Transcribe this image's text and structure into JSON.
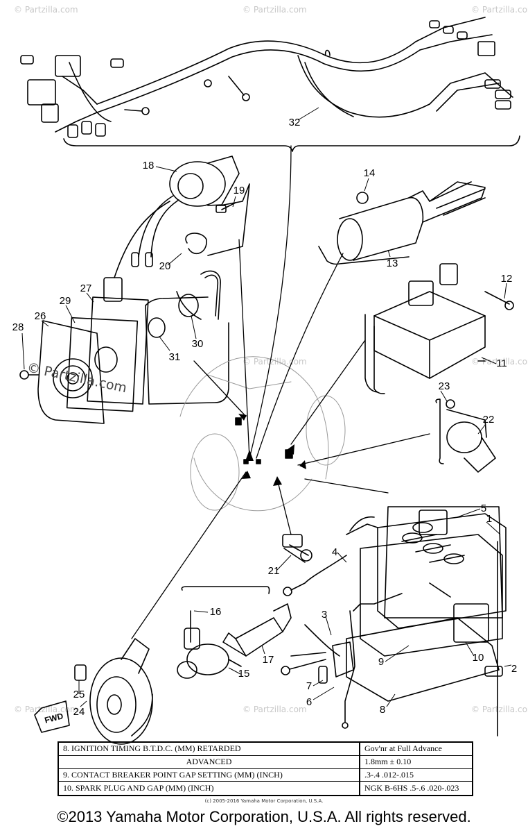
{
  "watermarks": {
    "tile": "© Partzilla.com",
    "main": "© Partzilla.com"
  },
  "callouts": [
    "1",
    "2",
    "3",
    "4",
    "5",
    "6",
    "7",
    "8",
    "9",
    "10",
    "11",
    "12",
    "13",
    "14",
    "15",
    "16",
    "17",
    "18",
    "19",
    "20",
    "21",
    "22",
    "23",
    "24",
    "25",
    "26",
    "27",
    "28",
    "29",
    "30",
    "31",
    "32"
  ],
  "fwd_label": "FWD",
  "spec_table": {
    "rows": [
      {
        "label": "8.  IGNITION TIMING B.T.D.C. (MM) RETARDED",
        "value": "Gov'nr at Full Advance"
      },
      {
        "label": "ADVANCED",
        "value": "1.8mm ± 0.10"
      },
      {
        "label": "9.  CONTACT BREAKER POINT GAP SETTING (MM) (INCH)",
        "value": ".3-.4  .012-.015"
      },
      {
        "label": "10.  SPARK PLUG AND GAP (MM) (INCH)",
        "value": "NGK B-6HS .5-.6 .020-.023"
      }
    ]
  },
  "small_copyright": "(c) 2005-2016 Yamaha Motor Corporation, U.S.A.",
  "footer": "©2013 Yamaha Motor Corporation, U.S.A. All rights reserved."
}
